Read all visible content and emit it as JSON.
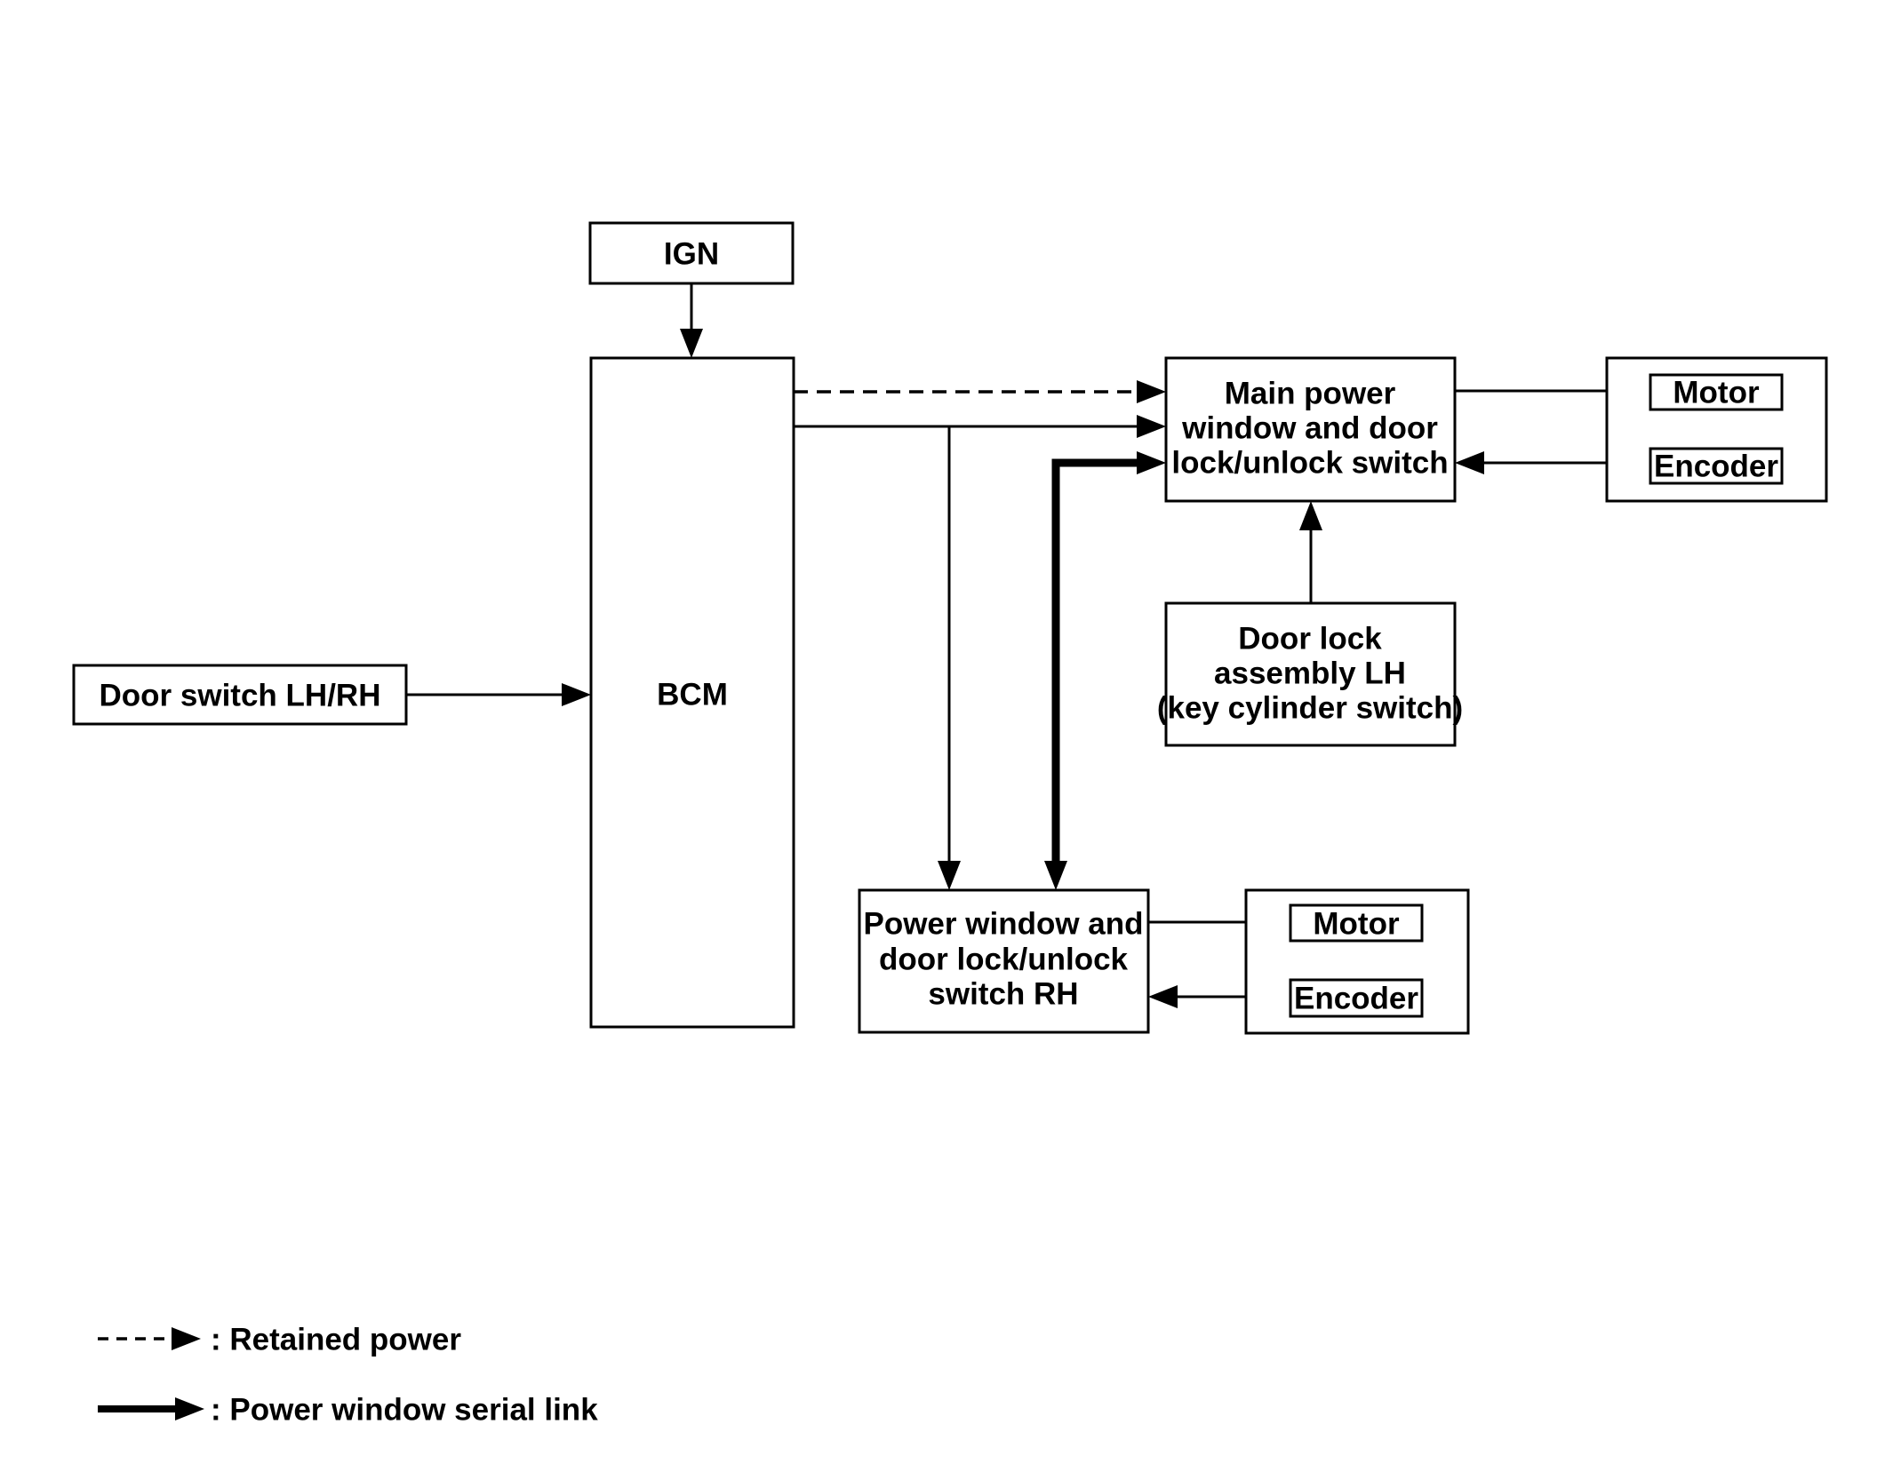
{
  "page": {
    "background": "#ffffff",
    "line_color": "#000000"
  },
  "nodes": {
    "ign": "IGN",
    "bcm": "BCM",
    "door_switch": "Door switch LH/RH",
    "main_switch": {
      "line1": "Main power",
      "line2": "window and door",
      "line3": "lock/unlock switch"
    },
    "door_lock_assembly": {
      "line1": "Door lock",
      "line2": "assembly LH",
      "line3": "(key cylinder switch)"
    },
    "rh_switch": {
      "line1": "Power window and",
      "line2": "door lock/unlock",
      "line3": "switch RH"
    },
    "front_lh": {
      "motor": "Motor",
      "encoder": "Encoder"
    },
    "front_rh": {
      "motor": "Motor",
      "encoder": "Encoder"
    }
  },
  "legend": {
    "retained_power": ": Retained power",
    "serial_link": ": Power window serial link"
  }
}
